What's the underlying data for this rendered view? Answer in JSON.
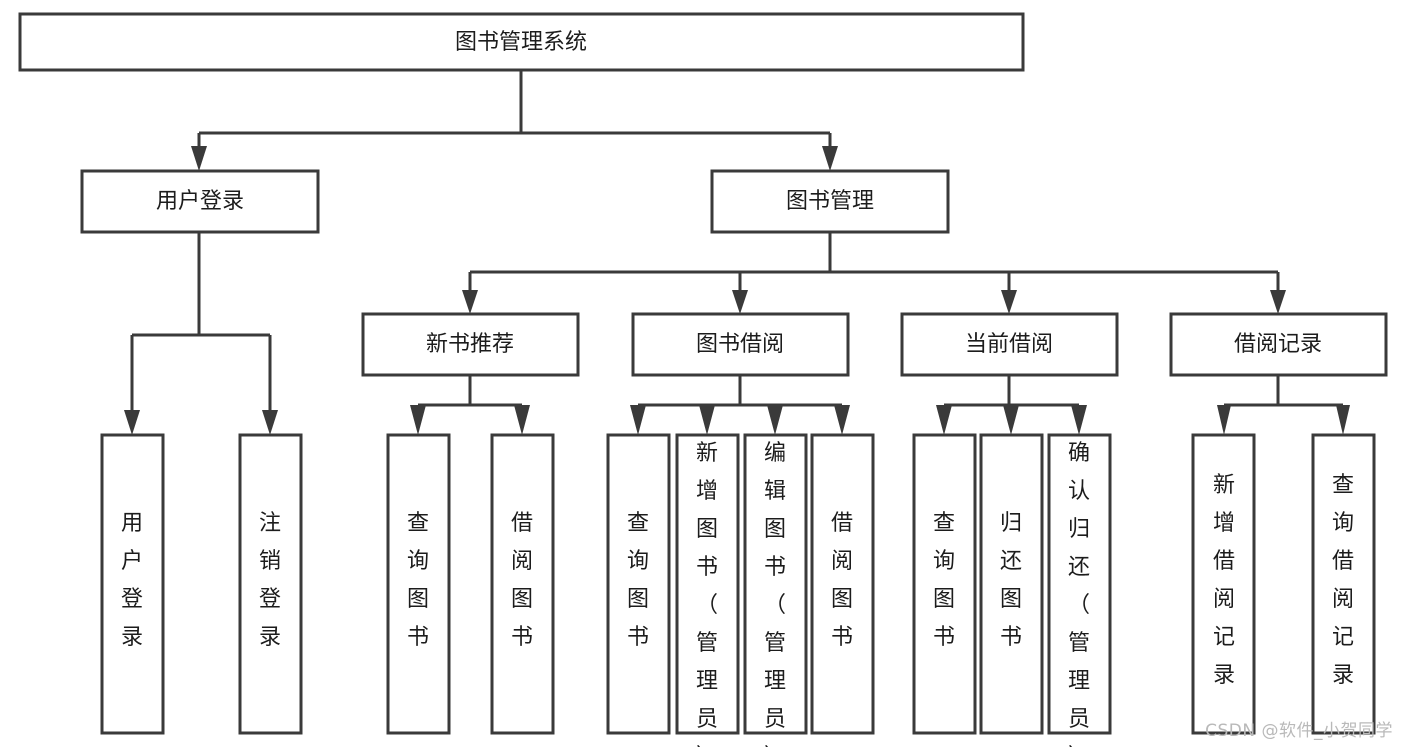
{
  "diagram": {
    "type": "tree-hierarchy",
    "title": "图书管理系统",
    "orientation": "top-down",
    "colors": {
      "box_stroke": "#3a3a3a",
      "box_fill": "#ffffff",
      "connector": "#3a3a3a",
      "text": "#1c1c1c",
      "background": "#ffffff",
      "watermark": "#b9b9b9"
    },
    "levels": {
      "root": "图书管理系统",
      "level2": [
        "用户登录",
        "图书管理"
      ],
      "level3": [
        "新书推荐",
        "图书借阅",
        "当前借阅",
        "借阅记录"
      ],
      "level4": [
        "用户登录",
        "注销登录",
        "查询图书",
        "借阅图书",
        "查询图书",
        "新增图书（管理员）",
        "编辑图书（管理员）",
        "借阅图书",
        "查询图书",
        "归还图书",
        "确认归还（管理员）",
        "新增借阅记录",
        "查询借阅记录"
      ]
    },
    "nodes": {
      "root": {
        "label": "图书管理系统"
      },
      "user_login": {
        "label": "用户登录"
      },
      "book_manage": {
        "label": "图书管理"
      },
      "new_book_rec": {
        "label": "新书推荐"
      },
      "book_borrow": {
        "label": "图书借阅"
      },
      "current_borrow": {
        "label": "当前借阅"
      },
      "borrow_record": {
        "label": "借阅记录"
      },
      "leaf_user_login": {
        "label": "用户登录"
      },
      "leaf_logout": {
        "label": "注销登录"
      },
      "leaf_query_book_1": {
        "label": "查询图书"
      },
      "leaf_borrow_book_1": {
        "label": "借阅图书"
      },
      "leaf_query_book_2": {
        "label": "查询图书"
      },
      "leaf_add_book": {
        "label": "新增图书（管理员）"
      },
      "leaf_edit_book": {
        "label": "编辑图书（管理员）"
      },
      "leaf_borrow_book_2": {
        "label": "借阅图书"
      },
      "leaf_query_book_3": {
        "label": "查询图书"
      },
      "leaf_return_book": {
        "label": "归还图书"
      },
      "leaf_confirm_return": {
        "label": "确认归还（管理员）"
      },
      "leaf_add_record": {
        "label": "新增借阅记录"
      },
      "leaf_query_record": {
        "label": "查询借阅记录"
      }
    },
    "edges": [
      {
        "from": "图书管理系统",
        "to": "用户登录"
      },
      {
        "from": "图书管理系统",
        "to": "图书管理"
      },
      {
        "from": "用户登录",
        "to": "用户登录"
      },
      {
        "from": "用户登录",
        "to": "注销登录"
      },
      {
        "from": "图书管理",
        "to": "新书推荐"
      },
      {
        "from": "图书管理",
        "to": "图书借阅"
      },
      {
        "from": "图书管理",
        "to": "当前借阅"
      },
      {
        "from": "图书管理",
        "to": "借阅记录"
      },
      {
        "from": "新书推荐",
        "to": "查询图书"
      },
      {
        "from": "新书推荐",
        "to": "借阅图书"
      },
      {
        "from": "图书借阅",
        "to": "查询图书"
      },
      {
        "from": "图书借阅",
        "to": "新增图书（管理员）"
      },
      {
        "from": "图书借阅",
        "to": "编辑图书（管理员）"
      },
      {
        "from": "图书借阅",
        "to": "借阅图书"
      },
      {
        "from": "当前借阅",
        "to": "查询图书"
      },
      {
        "from": "当前借阅",
        "to": "归还图书"
      },
      {
        "from": "当前借阅",
        "to": "确认归还（管理员）"
      },
      {
        "from": "借阅记录",
        "to": "新增借阅记录"
      },
      {
        "from": "借阅记录",
        "to": "查询借阅记录"
      }
    ]
  },
  "watermark": {
    "text": "CSDN @软件_小贺同学"
  }
}
